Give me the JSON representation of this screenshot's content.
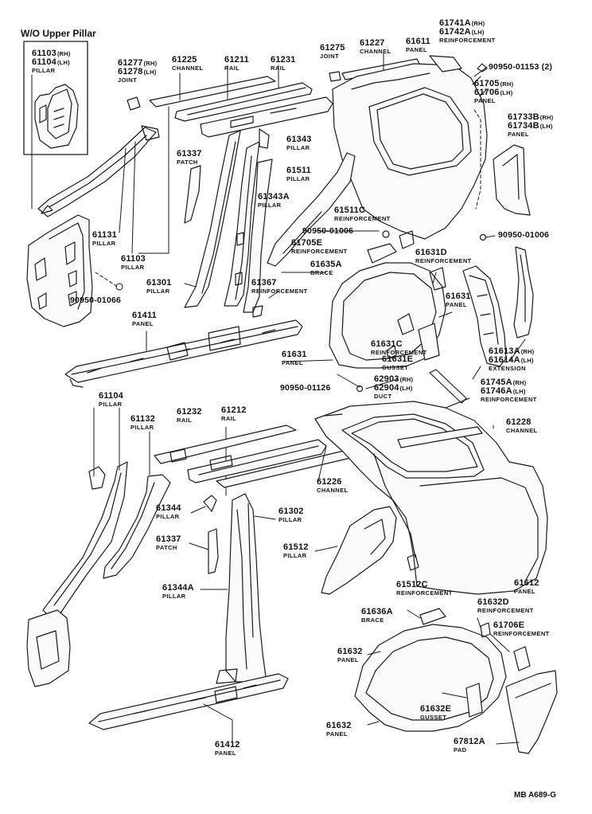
{
  "inset_title": "W/O Upper Pillar",
  "drawing_code": "MB A689-G",
  "suffix_rh": "(RH)",
  "suffix_lh": "(LH)",
  "parts": {
    "p61103": {
      "rh": "61103",
      "lh": "61104",
      "name": "PILLAR"
    },
    "p61277": {
      "rh": "61277",
      "lh": "61278",
      "name": "JOINT"
    },
    "p61225": {
      "num": "61225",
      "name": "CHANNEL"
    },
    "p61211": {
      "num": "61211",
      "name": "RAIL"
    },
    "p61231": {
      "num": "61231",
      "name": "RAIL"
    },
    "p61275": {
      "num": "61275",
      "name": "JOINT"
    },
    "p61227": {
      "num": "61227",
      "name": "CHANNEL"
    },
    "p61611": {
      "num": "61611",
      "name": "PANEL"
    },
    "p61741": {
      "rh": "61741A",
      "lh": "61742A",
      "name": "REINFORCEMENT"
    },
    "p90950_01153": {
      "num": "90950-01153",
      "qty": "(2)"
    },
    "p61705": {
      "rh": "61705",
      "lh": "61706",
      "name": "PANEL"
    },
    "p61733": {
      "rh": "61733B",
      "lh": "61734B",
      "name": "PANEL"
    },
    "p61343": {
      "num": "61343",
      "name": "PILLAR"
    },
    "p61337_top": {
      "num": "61337",
      "name": "PATCH"
    },
    "p61511": {
      "num": "61511",
      "name": "PILLAR"
    },
    "p61343A": {
      "num": "61343A",
      "name": "PILLAR"
    },
    "p61511C": {
      "num": "61511C",
      "name": "REINFORCEMENT"
    },
    "p90950_01006_a": {
      "num": "90950-01006"
    },
    "p90950_01006_b": {
      "num": "90950-01006"
    },
    "p61705E": {
      "num": "61705E",
      "name": "REINFORCEMENT"
    },
    "p61631D": {
      "num": "61631D",
      "name": "REINFORCEMENT"
    },
    "p61635A": {
      "num": "61635A",
      "name": "BRACE"
    },
    "p61131": {
      "num": "61131",
      "name": "PILLAR"
    },
    "p61103b": {
      "num": "61103",
      "name": "PILLAR"
    },
    "p61301": {
      "num": "61301",
      "name": "PILLAR"
    },
    "p61367": {
      "num": "61367",
      "name": "REINFORCEMENT"
    },
    "p90950_01066": {
      "num": "90950-01066"
    },
    "p61631_panel_r": {
      "num": "61631",
      "name": "PANEL"
    },
    "p61411": {
      "num": "61411",
      "name": "PANEL"
    },
    "p61631C": {
      "num": "61631C",
      "name": "REINFORCEMENT"
    },
    "p61631_panel_l": {
      "num": "61631",
      "name": "PANEL"
    },
    "p61631E": {
      "num": "61631E",
      "name": "GUSSET"
    },
    "p61613A": {
      "rh": "61613A",
      "lh": "61614A",
      "name": "EXTENSION"
    },
    "p90950_01126": {
      "num": "90950-01126"
    },
    "p62903": {
      "rh": "62903",
      "lh": "62904",
      "name": "DUCT"
    },
    "p61745A": {
      "rh": "61745A",
      "lh": "61746A",
      "name": "REINFORCEMENT"
    },
    "p61104": {
      "num": "61104",
      "name": "PILLAR"
    },
    "p61132": {
      "num": "61132",
      "name": "PILLAR"
    },
    "p61232": {
      "num": "61232",
      "name": "RAIL"
    },
    "p61212": {
      "num": "61212",
      "name": "RAIL"
    },
    "p61228": {
      "num": "61228",
      "name": "CHANNEL"
    },
    "p61226": {
      "num": "61226",
      "name": "CHANNEL"
    },
    "p61344": {
      "num": "61344",
      "name": "PILLAR"
    },
    "p61302": {
      "num": "61302",
      "name": "PILLAR"
    },
    "p61337_bot": {
      "num": "61337",
      "name": "PATCH"
    },
    "p61512": {
      "num": "61512",
      "name": "PILLAR"
    },
    "p61344A": {
      "num": "61344A",
      "name": "PILLAR"
    },
    "p61512C": {
      "num": "61512C",
      "name": "REINFORCEMENT"
    },
    "p61612": {
      "num": "61612",
      "name": "PANEL"
    },
    "p61636A": {
      "num": "61636A",
      "name": "BRACE"
    },
    "p61632D": {
      "num": "61632D",
      "name": "REINFORCEMENT"
    },
    "p61706E": {
      "num": "61706E",
      "name": "REINFORCEMENT"
    },
    "p61632_top": {
      "num": "61632",
      "name": "PANEL"
    },
    "p61632E": {
      "num": "61632E",
      "name": "GUSSET"
    },
    "p61412": {
      "num": "61412",
      "name": "PANEL"
    },
    "p61632_bot": {
      "num": "61632",
      "name": "PANEL"
    },
    "p67812A": {
      "num": "67812A",
      "name": "PAD"
    }
  }
}
